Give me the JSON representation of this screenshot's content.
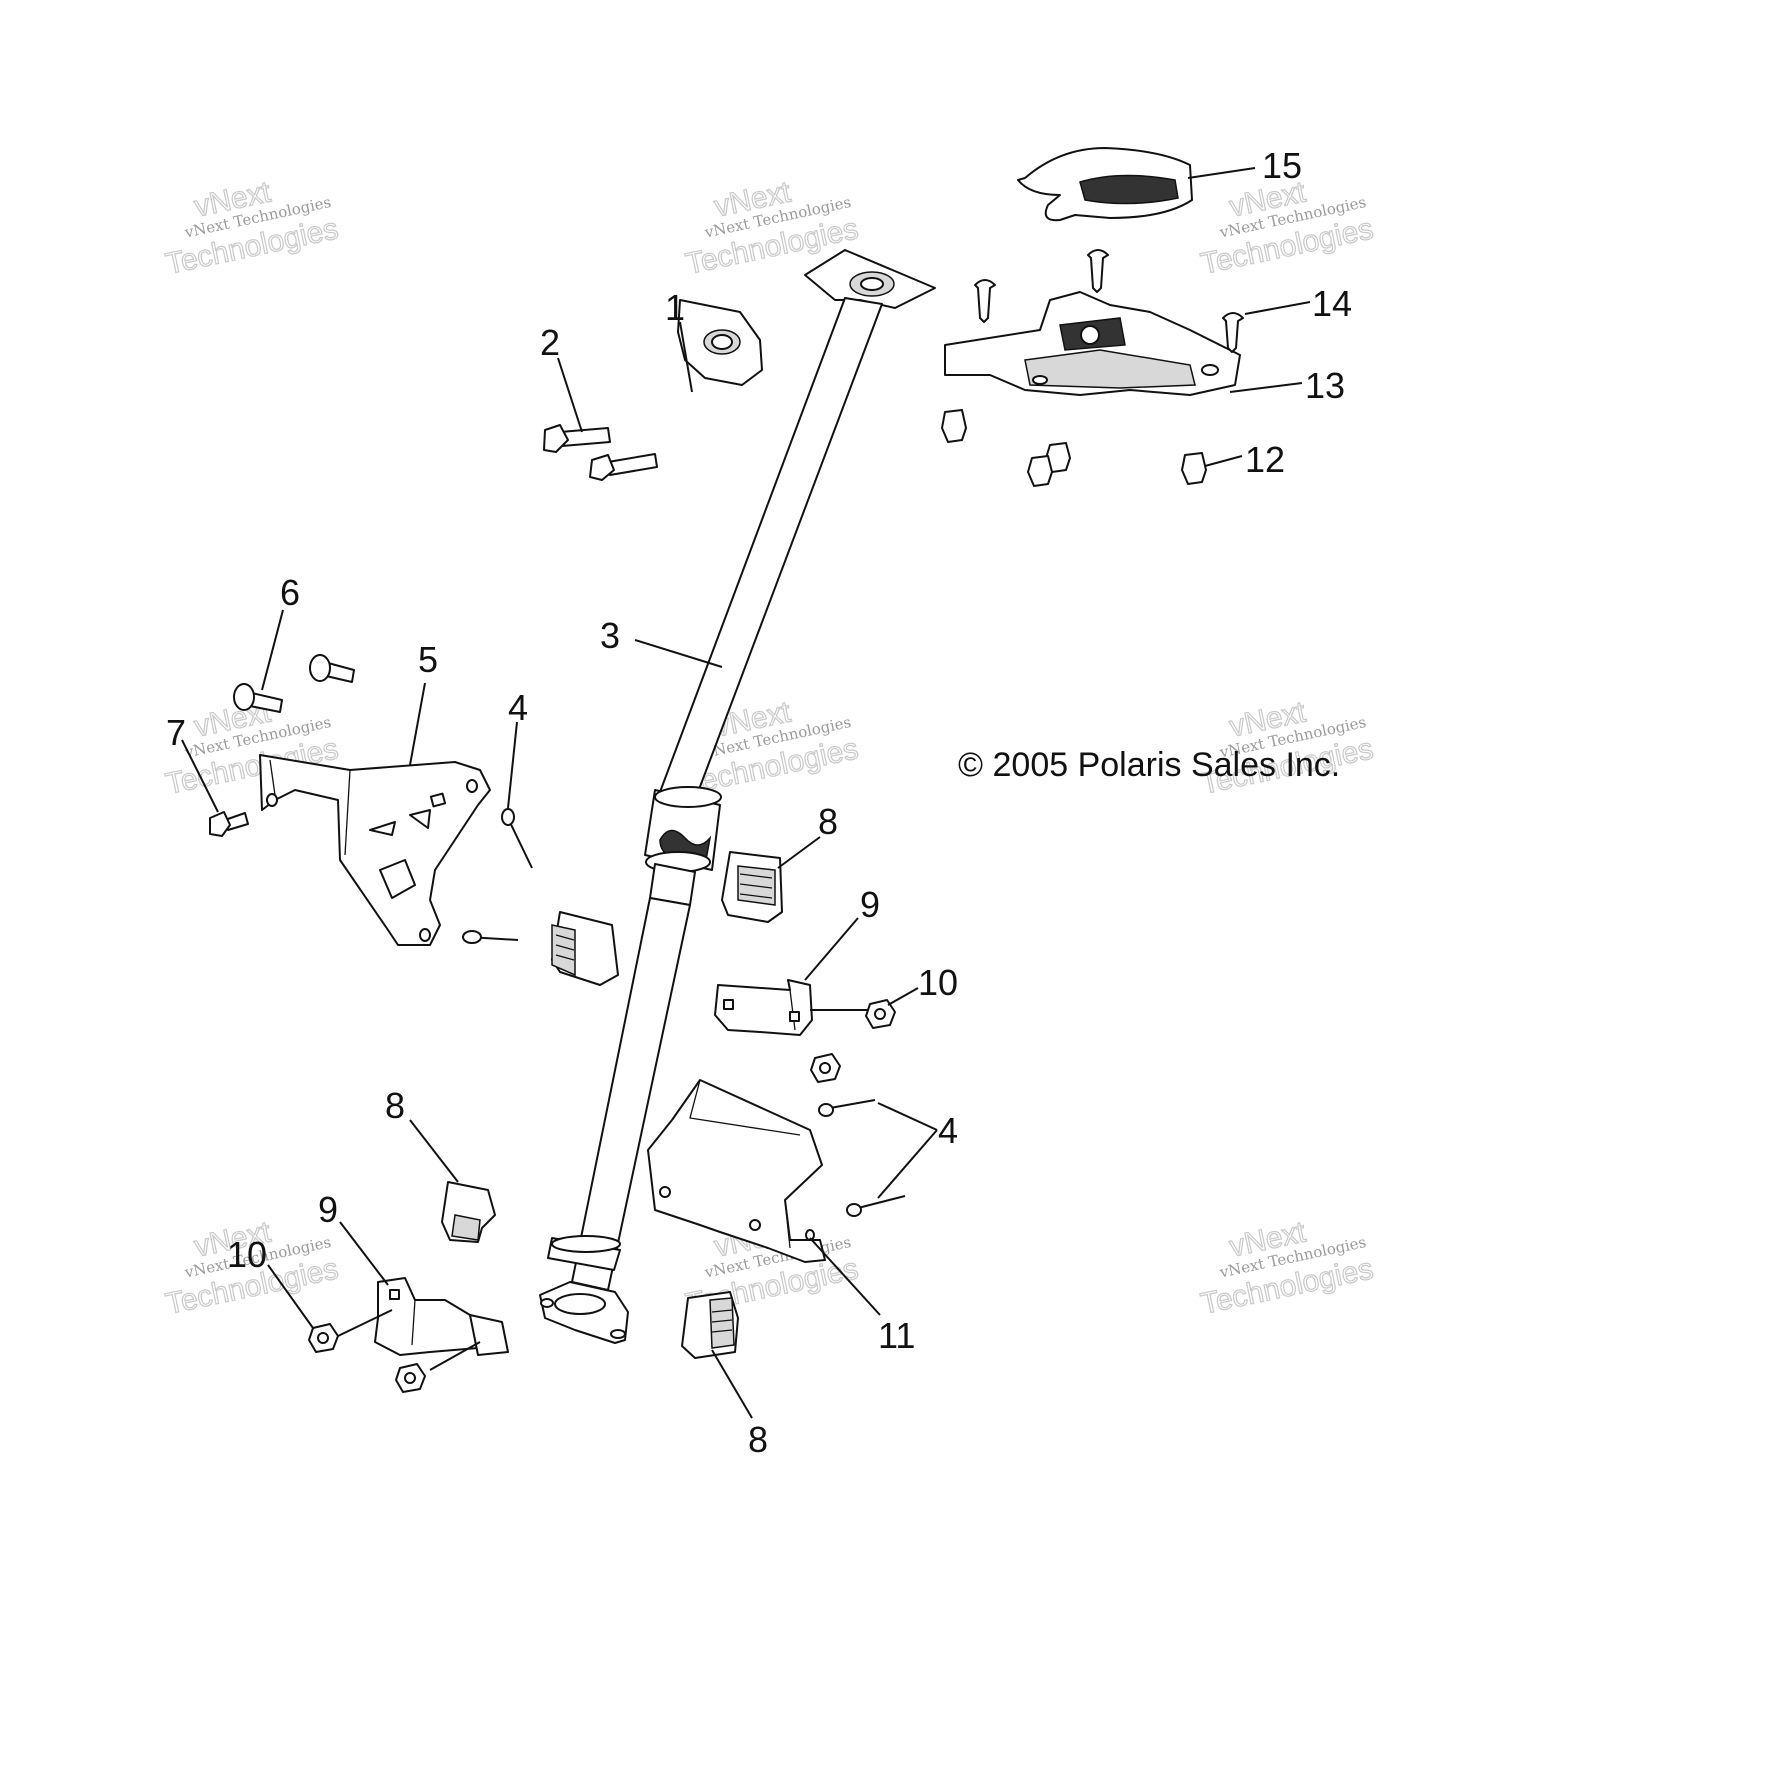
{
  "callouts": {
    "c1": "1",
    "c2": "2",
    "c3": "3",
    "c4a": "4",
    "c4b": "4",
    "c5": "5",
    "c6": "6",
    "c7": "7",
    "c8a": "8",
    "c8b": "8",
    "c8c": "8",
    "c9a": "9",
    "c9b": "9",
    "c10a": "10",
    "c10b": "10",
    "c11": "11",
    "c12": "12",
    "c13": "13",
    "c14": "14",
    "c15": "15"
  },
  "copyright": "© 2005 Polaris Sales Inc.",
  "watermark": {
    "line1": "vNext Technologies",
    "line2": "vNext",
    "line3": "Technologies"
  },
  "colors": {
    "ink": "#111111",
    "watermark": "#c9c9c9"
  }
}
